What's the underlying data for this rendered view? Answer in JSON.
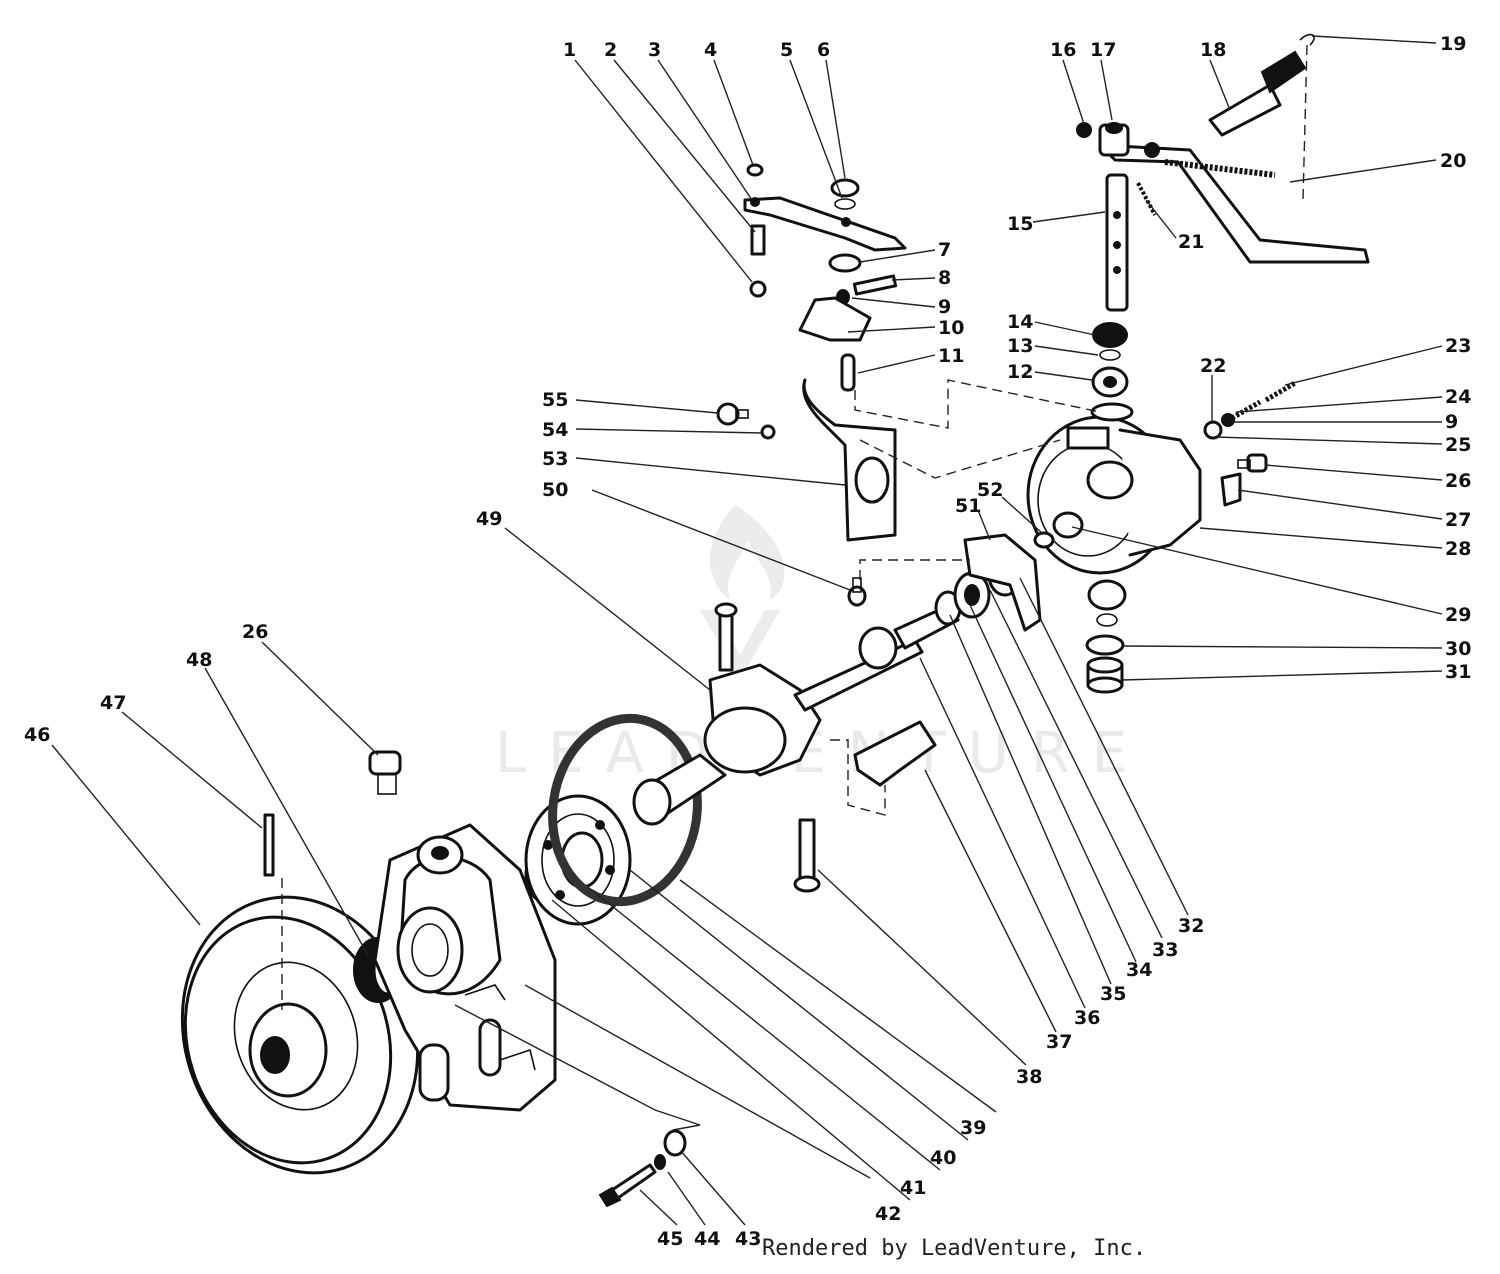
{
  "diagram": {
    "callouts": [
      {
        "id": "1",
        "label": "1"
      },
      {
        "id": "2",
        "label": "2"
      },
      {
        "id": "3",
        "label": "3"
      },
      {
        "id": "4",
        "label": "4"
      },
      {
        "id": "5",
        "label": "5"
      },
      {
        "id": "6",
        "label": "6"
      },
      {
        "id": "7",
        "label": "7"
      },
      {
        "id": "8",
        "label": "8"
      },
      {
        "id": "9a",
        "label": "9"
      },
      {
        "id": "10",
        "label": "10"
      },
      {
        "id": "11",
        "label": "11"
      },
      {
        "id": "12",
        "label": "12"
      },
      {
        "id": "13",
        "label": "13"
      },
      {
        "id": "14",
        "label": "14"
      },
      {
        "id": "15",
        "label": "15"
      },
      {
        "id": "16",
        "label": "16"
      },
      {
        "id": "17",
        "label": "17"
      },
      {
        "id": "18",
        "label": "18"
      },
      {
        "id": "19",
        "label": "19"
      },
      {
        "id": "20",
        "label": "20"
      },
      {
        "id": "21",
        "label": "21"
      },
      {
        "id": "22",
        "label": "22"
      },
      {
        "id": "23",
        "label": "23"
      },
      {
        "id": "24",
        "label": "24"
      },
      {
        "id": "9b",
        "label": "9"
      },
      {
        "id": "25",
        "label": "25"
      },
      {
        "id": "26a",
        "label": "26"
      },
      {
        "id": "27",
        "label": "27"
      },
      {
        "id": "28",
        "label": "28"
      },
      {
        "id": "29",
        "label": "29"
      },
      {
        "id": "30",
        "label": "30"
      },
      {
        "id": "31",
        "label": "31"
      },
      {
        "id": "32",
        "label": "32"
      },
      {
        "id": "33",
        "label": "33"
      },
      {
        "id": "34",
        "label": "34"
      },
      {
        "id": "35",
        "label": "35"
      },
      {
        "id": "36",
        "label": "36"
      },
      {
        "id": "37",
        "label": "37"
      },
      {
        "id": "38",
        "label": "38"
      },
      {
        "id": "39",
        "label": "39"
      },
      {
        "id": "40",
        "label": "40"
      },
      {
        "id": "41",
        "label": "41"
      },
      {
        "id": "42",
        "label": "42"
      },
      {
        "id": "43",
        "label": "43"
      },
      {
        "id": "44",
        "label": "44"
      },
      {
        "id": "45",
        "label": "45"
      },
      {
        "id": "46",
        "label": "46"
      },
      {
        "id": "47",
        "label": "47"
      },
      {
        "id": "48",
        "label": "48"
      },
      {
        "id": "26b",
        "label": "26"
      },
      {
        "id": "49",
        "label": "49"
      },
      {
        "id": "50",
        "label": "50"
      },
      {
        "id": "51",
        "label": "51"
      },
      {
        "id": "52",
        "label": "52"
      },
      {
        "id": "53",
        "label": "53"
      },
      {
        "id": "54",
        "label": "54"
      },
      {
        "id": "55",
        "label": "55"
      }
    ]
  },
  "watermark": "LEADVENTURE",
  "footer": "Rendered by LeadVenture, Inc."
}
